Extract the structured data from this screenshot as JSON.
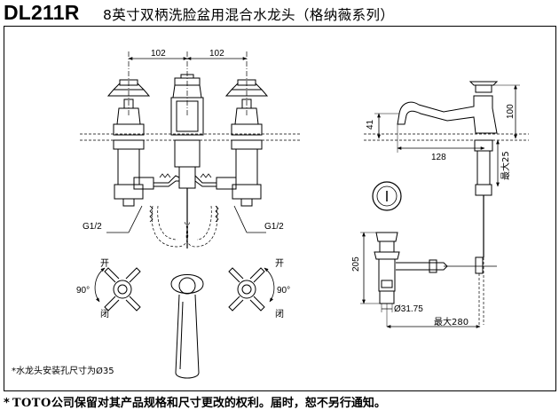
{
  "header": {
    "model": "DL211R",
    "title": "8英寸双柄洗脸盆用混合水龙头（格纳薇系列）"
  },
  "front_view": {
    "dim_left": "102",
    "dim_right": "102",
    "inlet_left": "G1/2",
    "inlet_right": "G1/2"
  },
  "side_view": {
    "dim_41": "41",
    "dim_100": "100",
    "dim_128": "128",
    "dim_max25": "最大25"
  },
  "drain_view": {
    "dim_205": "205",
    "dim_diameter": "Ø31.75",
    "dim_max280": "最大280"
  },
  "handles": {
    "open_left": "开",
    "close_left": "闭",
    "angle_left": "90°",
    "open_right": "开",
    "close_right": "闭",
    "angle_right": "90°"
  },
  "note": "*水龙头安装孔尺寸为Ø35",
  "footer": {
    "star": "*",
    "brand": "TOTO",
    "text": "公司保留对其产品规格和尺寸更改的权利。届时，恕不另行通知。"
  }
}
